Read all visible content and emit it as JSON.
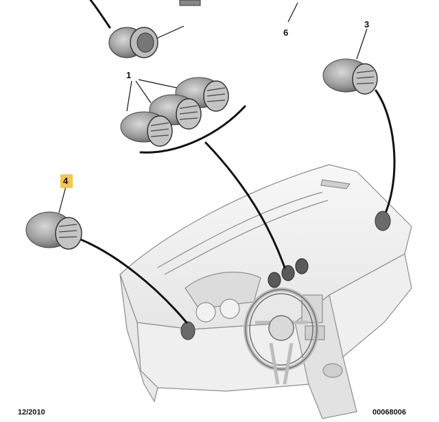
{
  "callouts": {
    "c1": "1",
    "c3": "3",
    "c4": "4",
    "c6": "6"
  },
  "footer": {
    "date": "12/2010",
    "ref": "00068006"
  },
  "colors": {
    "highlight": "#f5c74a",
    "line": "#111111",
    "vent_body": "#9a9a9a",
    "vent_dark": "#4a4a4a",
    "dash_outline": "#8c8c8c"
  },
  "icons": [
    "air-vent-icon",
    "dashboard-icon",
    "steering-wheel-icon"
  ]
}
